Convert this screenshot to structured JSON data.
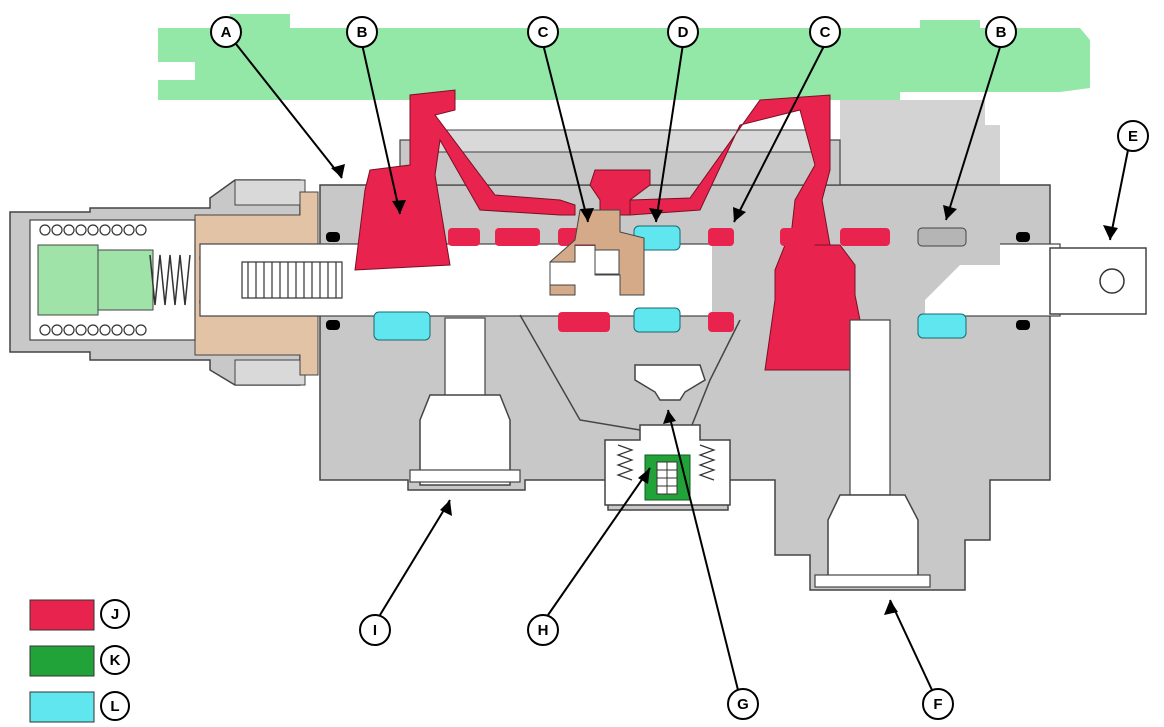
{
  "colors": {
    "pressure": "#e8244e",
    "return": "#21a33a",
    "pilot": "#5fe6ee",
    "body": "#c8c8c8",
    "light_body": "#d9d9d9",
    "sleeve": "#e3c3a6",
    "linkage": "#93e8a8",
    "spring_green": "#9fe3a8"
  },
  "callouts": {
    "A": "A",
    "B": "B",
    "C": "C",
    "D": "D",
    "E": "E",
    "F": "F",
    "G": "G",
    "H": "H",
    "I": "I",
    "J": "J",
    "K": "K",
    "L": "L"
  },
  "legend": [
    {
      "key": "J",
      "color": "#e8244e"
    },
    {
      "key": "K",
      "color": "#21a33a"
    },
    {
      "key": "L",
      "color": "#5fe6ee"
    }
  ]
}
